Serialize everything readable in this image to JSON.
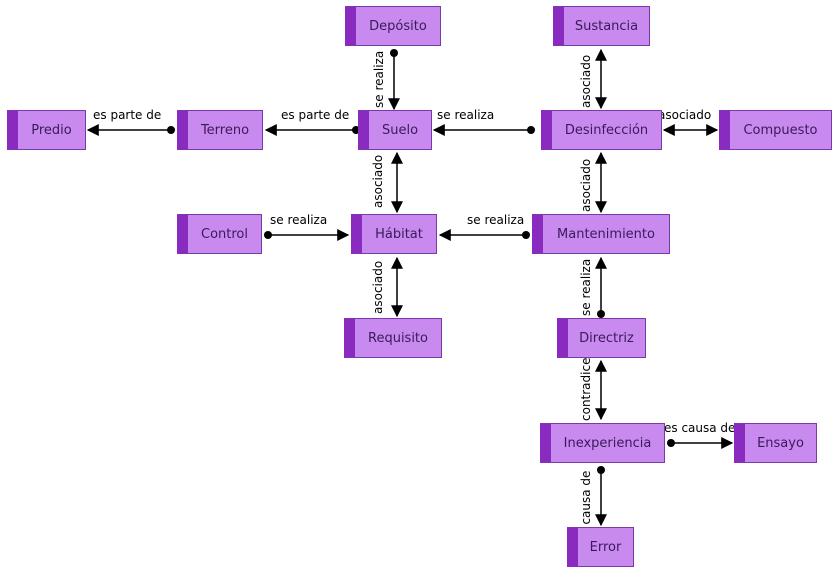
{
  "nodes": {
    "deposito": "Depósito",
    "sustancia": "Sustancia",
    "predio": "Predio",
    "terreno": "Terreno",
    "suelo": "Suelo",
    "desinfeccion": "Desinfección",
    "compuesto": "Compuesto",
    "control": "Control",
    "habitat": "Hábitat",
    "mantenimiento": "Mantenimiento",
    "requisito": "Requisito",
    "directriz": "Directriz",
    "inexperiencia": "Inexperiencia",
    "ensayo": "Ensayo",
    "error": "Error"
  },
  "edges": {
    "deposito_suelo": "se realiza",
    "terreno_predio": "es parte de",
    "suelo_terreno": "es parte de",
    "desinfeccion_suelo": "se realiza",
    "sustancia_desinfeccion": "asociado",
    "desinfeccion_compuesto": "asociado",
    "suelo_habitat": "asociado",
    "desinfeccion_mantenimiento": "asociado",
    "control_habitat": "se realiza",
    "mantenimiento_habitat": "se realiza",
    "habitat_requisito": "asociado",
    "directriz_mantenimiento": "se realiza",
    "directriz_inexperiencia": "contradice",
    "inexperiencia_ensayo": "es causa de",
    "inexperiencia_error": "es causa de"
  },
  "colors": {
    "node_fill": "#c98aef",
    "node_accent": "#8a2bbf",
    "node_border": "#7a3aa6",
    "node_text": "#3a1a5a",
    "edge": "#000000"
  }
}
